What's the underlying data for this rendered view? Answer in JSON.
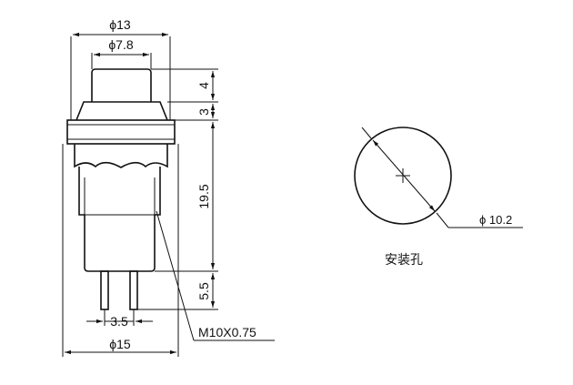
{
  "dimensions": {
    "outer_diameter": "ϕ13",
    "cap_diameter": "ϕ7.8",
    "cap_height": "4",
    "collar_height": "3",
    "body_length": "19.5",
    "pin_length": "5.5",
    "pin_spacing": "3.5",
    "flange_diameter": "ϕ15",
    "thread": "M10X0.75",
    "hole_diameter": "ϕ 10.2"
  },
  "hole_label": "安装孔"
}
